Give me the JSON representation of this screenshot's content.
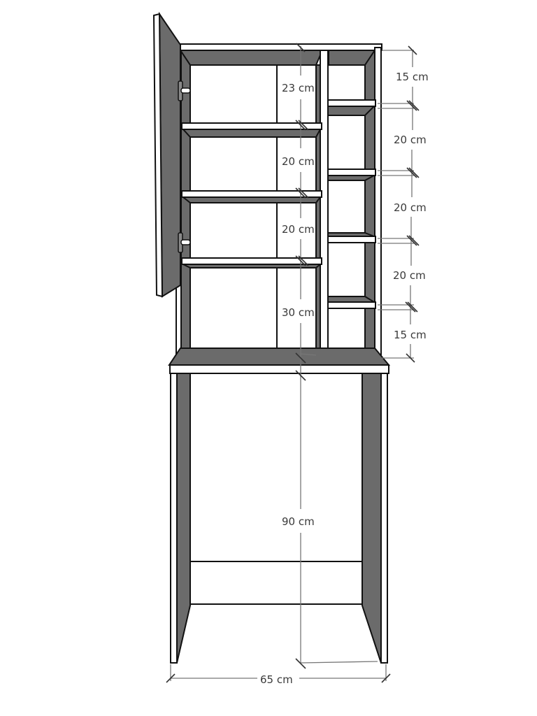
{
  "drawing": {
    "subject": "Over-washing-machine cabinet with open door",
    "colors": {
      "panel_shadow": "#6b6b6b",
      "panel_face": "#ffffff",
      "outline": "#111111",
      "dimension_line": "#777777",
      "label_text": "#3a3a3a"
    }
  },
  "dimensions": {
    "left_column": [
      {
        "label": "23 cm"
      },
      {
        "label": "20 cm"
      },
      {
        "label": "20 cm"
      },
      {
        "label": "30 cm"
      }
    ],
    "right_column": [
      {
        "label": "15 cm"
      },
      {
        "label": "20 cm"
      },
      {
        "label": "20 cm"
      },
      {
        "label": "20 cm"
      },
      {
        "label": "15 cm"
      }
    ],
    "base_height": {
      "label": "90 cm"
    },
    "total_width": {
      "label": "65 cm"
    }
  }
}
